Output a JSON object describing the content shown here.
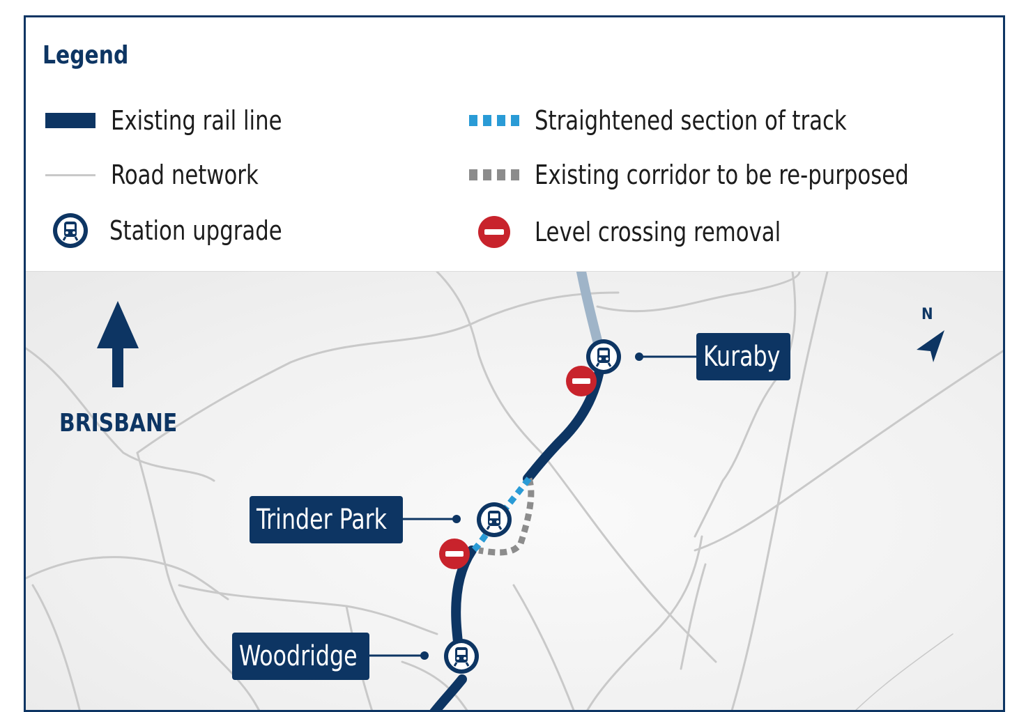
{
  "legend": {
    "title": "Legend",
    "items": [
      {
        "label": "Existing rail line",
        "symbol": "rail-line-swatch"
      },
      {
        "label": "Road network",
        "symbol": "road-line-swatch"
      },
      {
        "label": "Station upgrade",
        "symbol": "train-station-icon"
      },
      {
        "label": "Straightened section of track",
        "symbol": "blue-dashed-swatch"
      },
      {
        "label": "Existing corridor to be re-purposed",
        "symbol": "grey-dashed-swatch"
      },
      {
        "label": "Level crossing removal",
        "symbol": "no-entry-icon"
      }
    ]
  },
  "map": {
    "direction_label": "BRISBANE",
    "north_label": "N",
    "stations": [
      {
        "name": "Kuraby"
      },
      {
        "name": "Trinder Park"
      },
      {
        "name": "Woodridge"
      }
    ]
  },
  "colors": {
    "rail": "#0d3563",
    "road": "#c9c9c9",
    "straightened": "#2a9bd6",
    "corridor": "#8c8c8c",
    "crossing": "#c8232c",
    "map_background": "#f1f1f1"
  }
}
